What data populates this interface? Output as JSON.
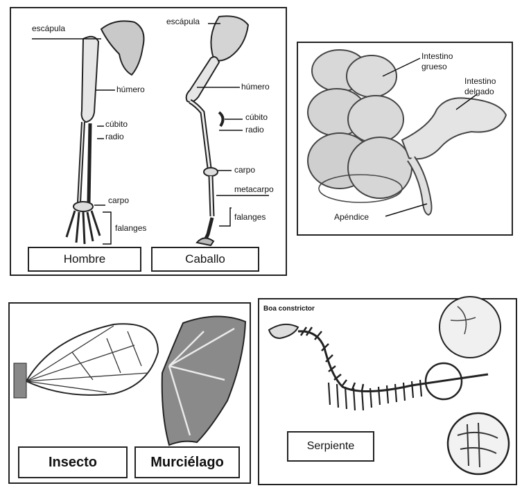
{
  "limb_panel": {
    "labels": {
      "human_scapula": "escápula",
      "human_humerus": "húmero",
      "human_ulna": "cúbito",
      "human_radius": "radio",
      "human_carpus": "carpo",
      "human_phalanges": "falanges",
      "horse_scapula": "escápula",
      "horse_humerus": "húmero",
      "horse_ulna": "cúbito",
      "horse_radius": "radio",
      "horse_carpus": "carpo",
      "horse_metacarpus": "metacarpo",
      "horse_phalanges": "falanges"
    },
    "captions": {
      "human": "Hombre",
      "horse": "Caballo"
    }
  },
  "intestine_panel": {
    "labels": {
      "large_intestine": "Intestino\ngrueso",
      "small_intestine": "Intestino\ndelgado",
      "appendix": "Apéndice"
    }
  },
  "wing_panel": {
    "captions": {
      "insect": "Insecto",
      "bat": "Murciélago"
    }
  },
  "snake_panel": {
    "title": "Boa constrictor",
    "caption": "Serpiente"
  }
}
